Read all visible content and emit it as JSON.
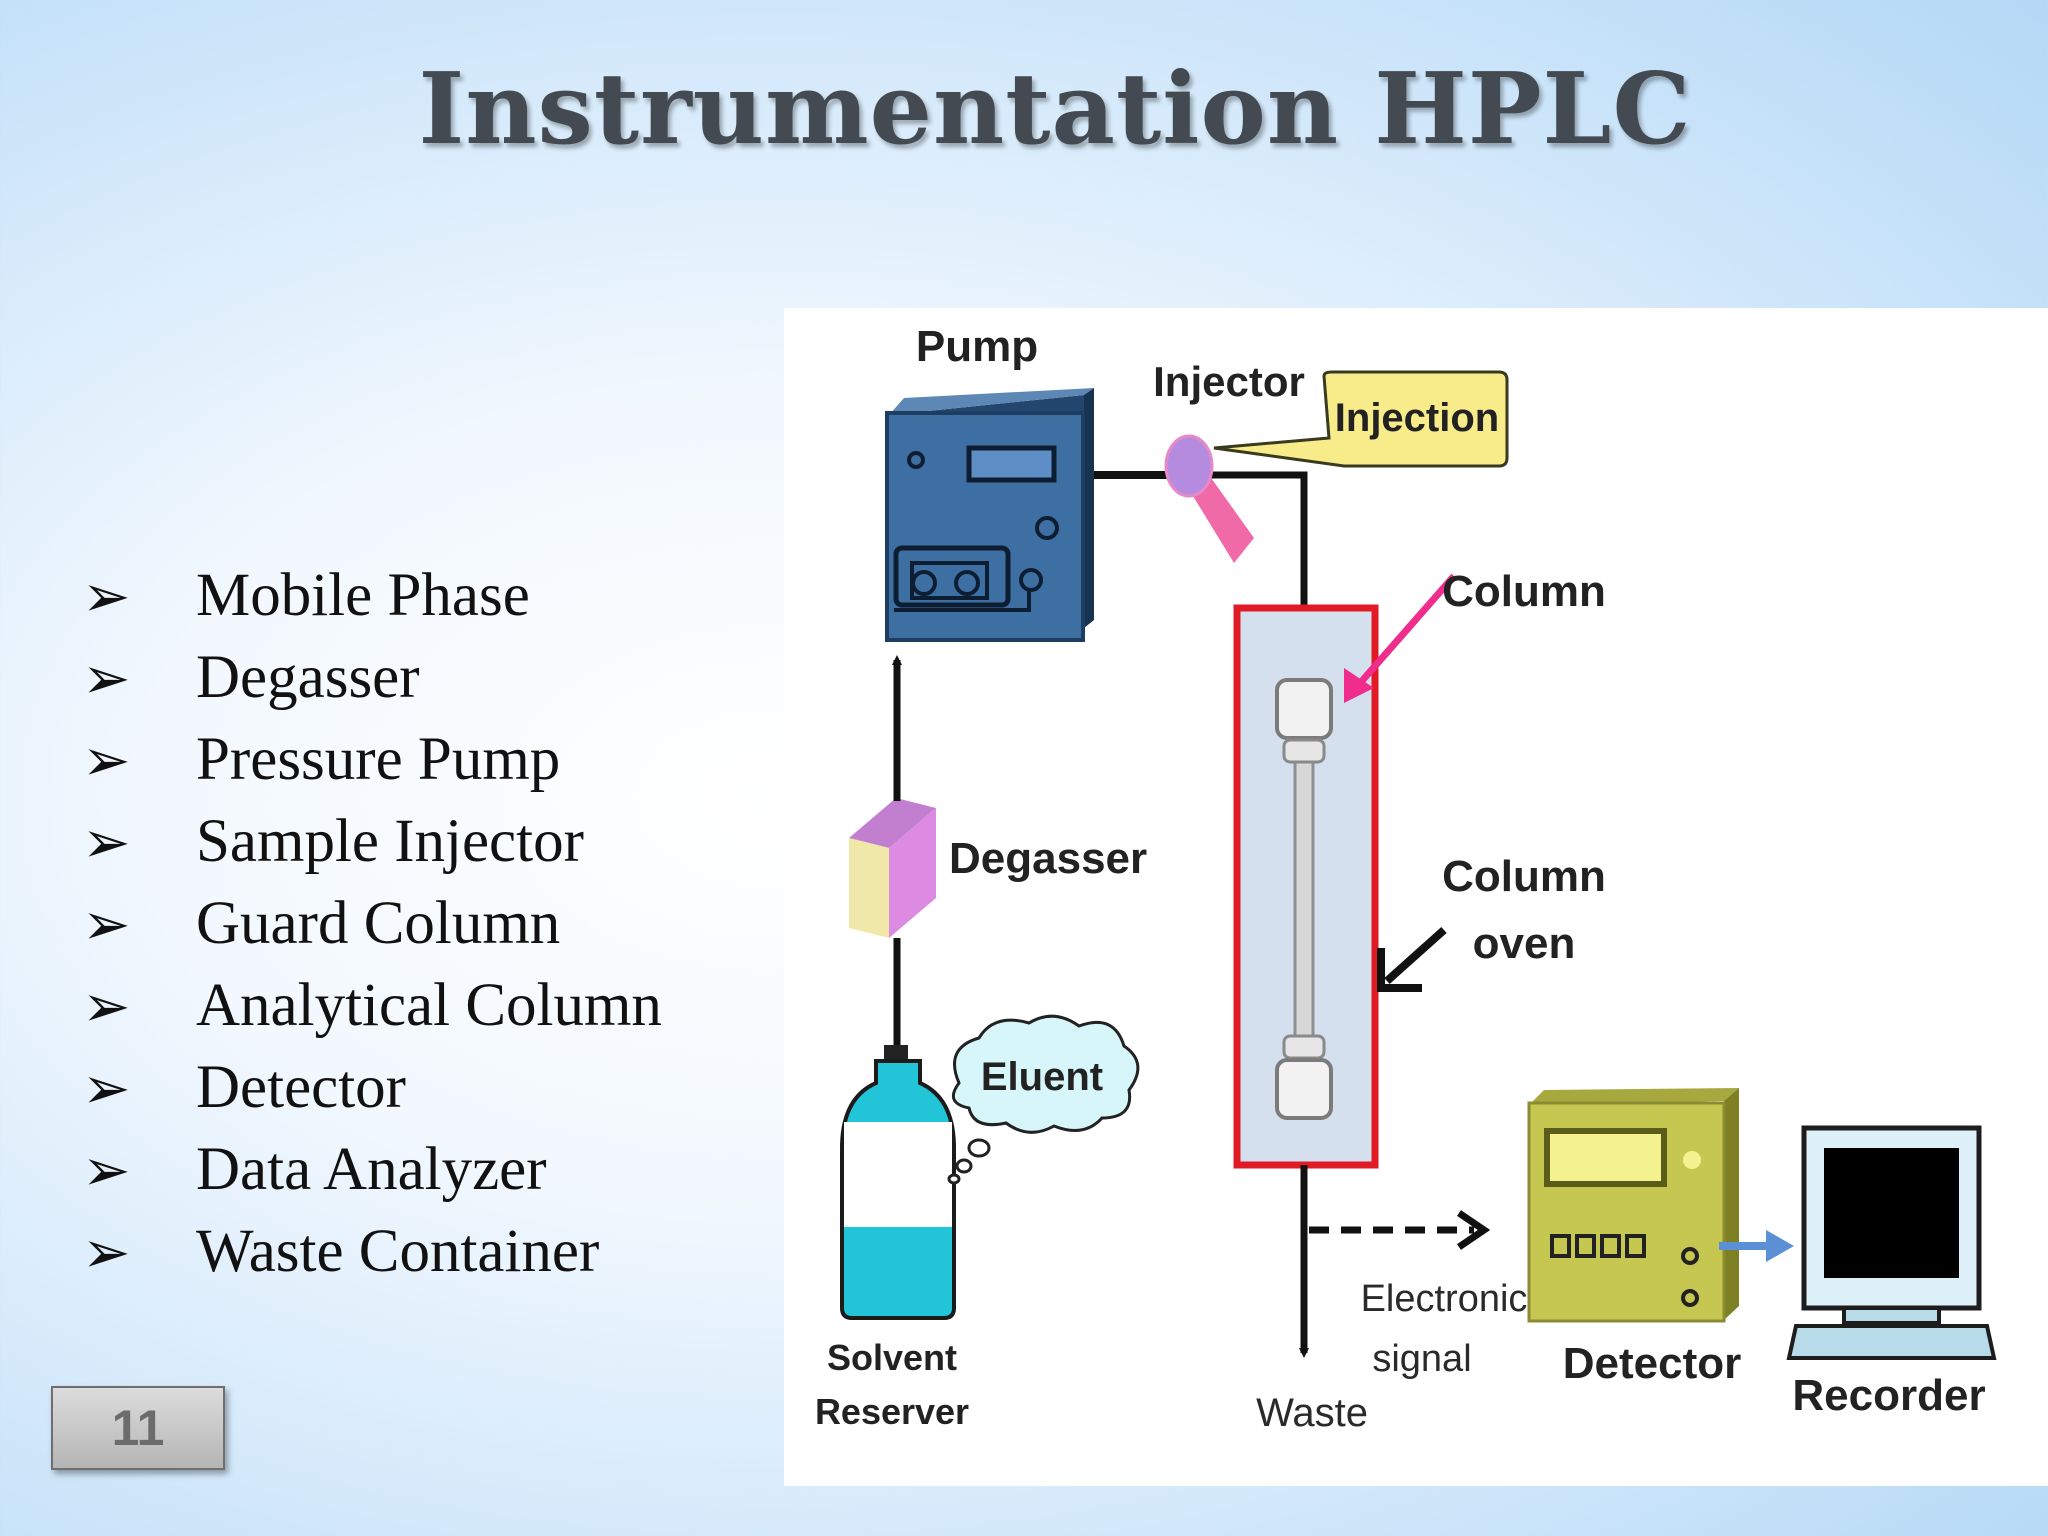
{
  "title": "Instrumentation HPLC",
  "bullets": [
    "Mobile Phase",
    "Degasser",
    "Pressure Pump",
    "Sample Injector",
    "Guard Column",
    "Analytical Column",
    "Detector",
    "Data Analyzer",
    "Waste Container"
  ],
  "bullet_symbol": "➢",
  "page_number": "11",
  "diagram": {
    "pump": "Pump",
    "injector": "Injector",
    "injection": "Injection",
    "column": "Column",
    "column_oven_1": "Column",
    "column_oven_2": "oven",
    "degasser": "Degasser",
    "eluent": "Eluent",
    "solvent_1": "Solvent",
    "solvent_2": "Reserver",
    "signal_1": "Electronic",
    "signal_2": "signal",
    "waste": "Waste",
    "detector": "Detector",
    "recorder": "Recorder"
  }
}
